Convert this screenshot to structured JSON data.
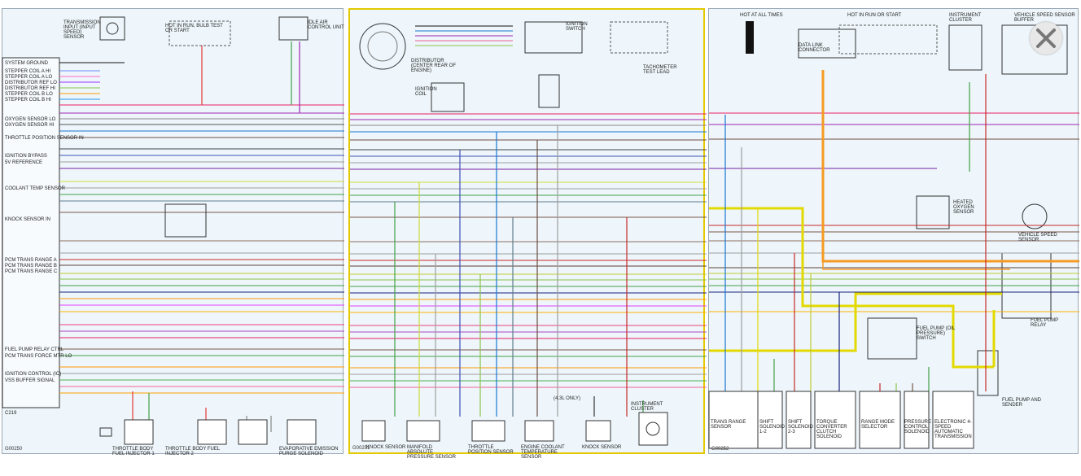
{
  "panels": [
    {
      "id": "left",
      "code": "G00250",
      "components": [
        {
          "name": "transmission-input-speed-sensor",
          "label": "TRANSMISSION INPUT (INPUT SPEED) SENSOR"
        },
        {
          "name": "hot-at-all-times-fuse",
          "label": "HOT IN RUN, BULB TEST OR START"
        },
        {
          "name": "idle-air-control-unit",
          "label": "IDLE AIR CONTROL UNIT"
        }
      ],
      "pins": [
        "SYSTEM GROUND",
        "STEPPER COIL A HI",
        "STEPPER COIL A LO",
        "DISTRIBUTOR REF LO",
        "DISTRIBUTOR REF HI",
        "STEPPER COIL B LO",
        "STEPPER COIL B HI",
        "OXYGEN SENSOR LO",
        "OXYGEN SENSOR HI",
        "THROTTLE POSITION SENSOR IN",
        "COOLANT TEMP SENSOR",
        "IGNITION BYPASS",
        "5V REFERENCE",
        "KNOCK SENSOR IN",
        "PCM TRANS RANGE A",
        "PCM TRANS RANGE B",
        "PCM TRANS RANGE C",
        "FUEL PUMP RELAY CTRL",
        "PCM TRANS FORCE MTR LO",
        "IGNITION CONTROL (IC)",
        "VSS BUFFER SIGNAL"
      ],
      "bottom_components": [
        "THROTTLE BODY FUEL INJECTOR 1",
        "THROTTLE BODY FUEL INJECTOR 2",
        "EVAPORATIVE EMISSION PURGE SOLENOID"
      ],
      "bottom_code": "C219"
    },
    {
      "id": "mid",
      "code": "G00251",
      "components": [
        {
          "name": "distributor",
          "label": "DISTRIBUTOR (CENTER REAR OF ENGINE)"
        },
        {
          "name": "ignition-coil",
          "label": "IGNITION COIL"
        },
        {
          "name": "ignition-switch",
          "label": "IGNITION SWITCH"
        },
        {
          "name": "tachometer-test-lead",
          "label": "TACHOMETER TEST LEAD"
        }
      ],
      "bottom_components": [
        "KNOCK SENSOR",
        "MANIFOLD ABSOLUTE PRESSURE SENSOR",
        "THROTTLE POSITION SENSOR",
        "ENGINE COOLANT TEMPERATURE SENSOR",
        "KNOCK SENSOR",
        "INSTRUMENT CLUSTER"
      ],
      "note": "(4.3L ONLY)"
    },
    {
      "id": "right",
      "code": "G00252",
      "components": [
        {
          "name": "hot-at-all-times-fuse-link",
          "label": "HOT AT ALL TIMES"
        },
        {
          "name": "data-link-connector",
          "label": "DATA LINK CONNECTOR"
        },
        {
          "name": "hot-in-run-fuse",
          "label": "HOT IN RUN OR START"
        },
        {
          "name": "instrument-cluster",
          "label": "INSTRUMENT CLUSTER"
        },
        {
          "name": "vehicle-speed-sensor-buffer",
          "label": "VEHICLE SPEED SENSOR BUFFER"
        },
        {
          "name": "heated-oxygen-sensor",
          "label": "HEATED OXYGEN SENSOR"
        },
        {
          "name": "vehicle-speed-sensor",
          "label": "VEHICLE SPEED SENSOR"
        },
        {
          "name": "fuel-pump-relay",
          "label": "FUEL PUMP RELAY"
        },
        {
          "name": "fuel-pump-oil-pressure-switch",
          "label": "FUEL PUMP (OIL PRESSURE) SWITCH"
        },
        {
          "name": "fuel-pump",
          "label": "FUEL PUMP AND SENDER"
        }
      ],
      "bottom_components": [
        "TRANS RANGE SENSOR",
        "SHIFT SOLENOID 1-2",
        "SHIFT SOLENOID 2-3",
        "TORQUE CONVERTER CLUTCH SOLENOID",
        "RANGE MODE SELECTOR",
        "PRESSURE CONTROL SOLENOID",
        "ELECTRONIC 4-SPEED AUTOMATIC TRANSMISSION"
      ]
    }
  ],
  "colors": {
    "panel_bg": "#eef6fb",
    "highlight": "#e3c900",
    "orange": "#f59a23",
    "yellow": "#e3d900"
  },
  "close_button": {
    "icon": "close-icon"
  }
}
